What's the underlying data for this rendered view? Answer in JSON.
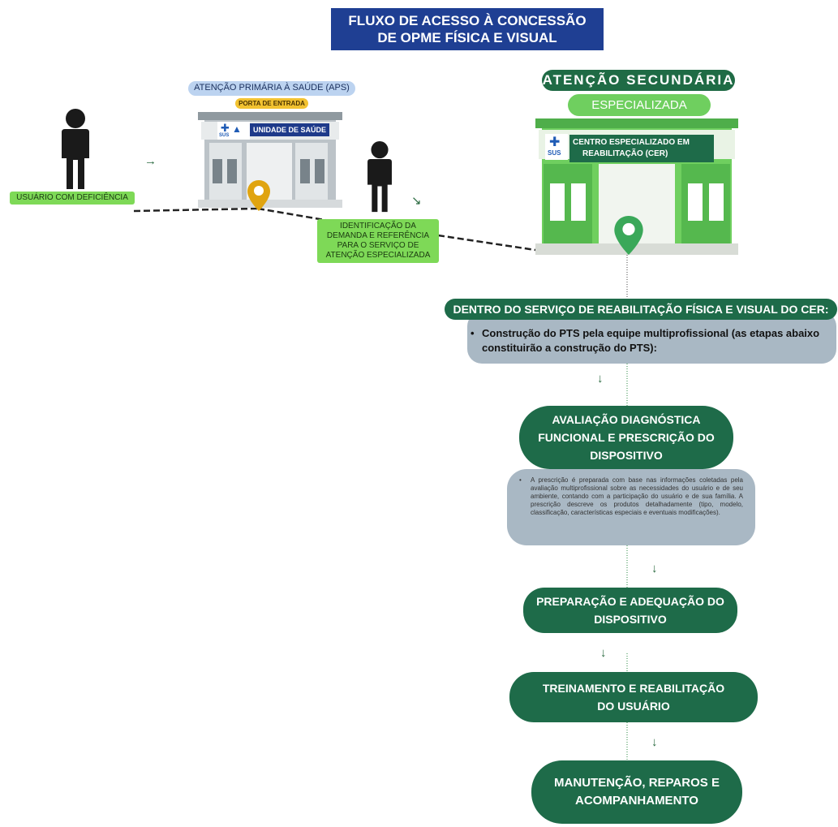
{
  "title": {
    "line1": "FLUXO DE ACESSO À CONCESSÃO",
    "line2": "DE OPME FÍSICA E VISUAL"
  },
  "aps": {
    "label": "ATENÇÃO PRIMÁRIA À SAÚDE (APS)",
    "entrada": "PORTA DE ENTRADA",
    "building_sign": "UNIDADE DE SAÚDE",
    "sus": "SUS"
  },
  "user": {
    "label": "USUÁRIO COM DEFICIÊNCIA"
  },
  "identificacao": {
    "label": "IDENTIFICAÇÃO DA DEMANDA E REFERÊNCIA PARA O SERVIÇO DE ATENÇÃO ESPECIALIZADA"
  },
  "secundaria": {
    "label": "ATENÇÃO SECUNDÁRIA",
    "sub": "ESPECIALIZADA",
    "building_sign_1": "CENTRO ESPECIALIZADO EM",
    "building_sign_2": "REABILITAÇÃO (CER)",
    "sus": "SUS"
  },
  "cer": {
    "header": "DENTRO DO SERVIÇO DE REABILITAÇÃO FÍSICA E VISUAL DO CER:",
    "bullet": "Construção do PTS pela equipe multiprofissional (as etapas abaixo constituirão a construção do PTS):"
  },
  "steps": {
    "s1": "AVALIAÇÃO DIAGNÓSTICA\nFUNCIONAL E PRESCRIÇÃO DO\nDISPOSITIVO",
    "s1_note": "A prescrição é preparada com base nas informações coletadas pela avaliação multiprofissional sobre as necessidades do usuário e de seu ambiente, contando com a participação do usuário e de sua família. A prescrição descreve os produtos detalhadamente (tipo, modelo, classificação, características especiais e eventuais modificações).",
    "s2": "PREPARAÇÃO E ADEQUAÇÃO DO\nDISPOSITIVO",
    "s3": "TREINAMENTO E REABILITAÇÃO\nDO USUÁRIO",
    "s4": "MANUTENÇÃO, REPAROS E\nACOMPANHAMENTO"
  },
  "arrows": {
    "right": "→",
    "down_right": "↘",
    "down": "↓"
  },
  "colors": {
    "title_bg": "#1f3f93",
    "step_green": "#1e6b49",
    "light_green": "#7ed957",
    "grey_box": "#a9b8c4",
    "pin_yellow": "#e0a410",
    "pin_green": "#3aa859"
  }
}
